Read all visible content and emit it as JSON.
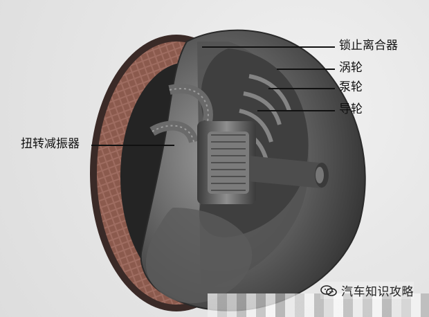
{
  "labels": {
    "lockup_clutch": "锁止离合器",
    "turbine": "涡轮",
    "pump": "泵轮",
    "stator": "导轮",
    "torsional_damper": "扭转减振器"
  },
  "watermark": {
    "text": "汽车知识攻略",
    "icon": "wechat-icon"
  },
  "colors": {
    "background": "#e7e7e7",
    "metal_dark": "#4a4a4a",
    "metal_mid": "#707070",
    "metal_light": "#b6b6b6",
    "friction_brown": "#8a5a4c",
    "line": "#111111"
  }
}
